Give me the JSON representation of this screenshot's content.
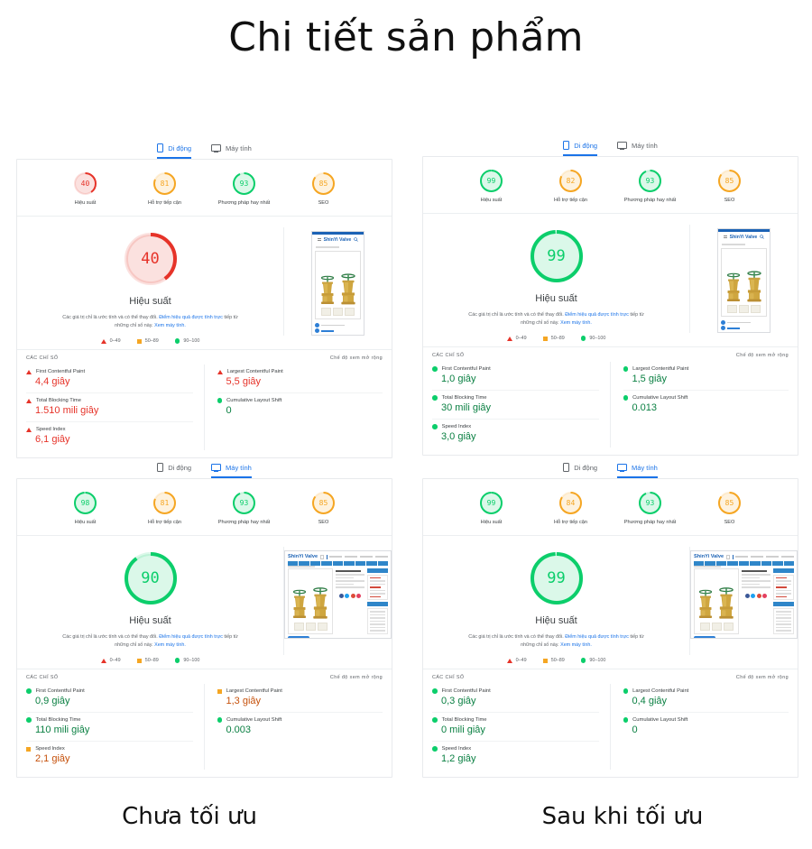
{
  "title": "Chi tiết sản phẩm",
  "captions": {
    "left": "Chưa tối ưu",
    "right": "Sau khi tối ưu"
  },
  "labels": {
    "tab_mobile": "Di động",
    "tab_desktop": "Máy tính",
    "performance": "Hiệu suất",
    "accessibility": "Hỗ trợ tiếp cận",
    "best_practices": "Phương pháp hay nhất",
    "seo": "SEO",
    "metrics_heading": "CÁC CHỈ SỐ",
    "expanded_view": "Chế độ xem mở rộng",
    "desc_part1": "Các giá trị chỉ là ước tính và có thể thay đổi. ",
    "desc_link1": "Điểm hiệu quả được tính trực",
    "desc_part2": " tiếp từ những chỉ số này. ",
    "desc_link2": "Xem máy tính.",
    "legend": [
      {
        "symbol": "triangle",
        "text": "0–49",
        "color": "#e63329"
      },
      {
        "symbol": "square",
        "text": "50–89",
        "color": "#f5a623"
      },
      {
        "symbol": "circle",
        "text": "90–100",
        "color": "#0cce6b"
      }
    ],
    "metric_fcp": "First Contentful Paint",
    "metric_lcp": "Largest Contentful Paint",
    "metric_tbt": "Total Blocking Time",
    "metric_cls": "Cumulative Layout Shift",
    "metric_si": "Speed Index",
    "site_name": "ShinYi Valve"
  },
  "colors": {
    "red": "#e63329",
    "orange": "#f5a623",
    "green": "#0cce6b",
    "green_text": "#0b8043",
    "blue": "#1a73e8",
    "grey_text": "#5f6368",
    "border": "#e8eaed"
  },
  "reports": [
    {
      "id": "top-left",
      "position": "Chưa tối ưu — Di động",
      "active_tab": "mobile",
      "thumb": "phone",
      "pills": [
        {
          "label": "Hiệu suất",
          "value": 40,
          "color": "#e63329"
        },
        {
          "label": "Hỗ trợ tiếp cận",
          "value": 81,
          "color": "#f5a623"
        },
        {
          "label": "Phương pháp hay nhất",
          "value": 93,
          "color": "#0cce6b"
        },
        {
          "label": "SEO",
          "value": 85,
          "color": "#f5a623"
        }
      ],
      "gauge": {
        "label": "Hiệu suất",
        "value": 40,
        "color": "#e63329"
      },
      "metrics": [
        {
          "label": "First Contentful Paint",
          "value": "4,4 giây",
          "status": "red",
          "col": "left"
        },
        {
          "label": "Total Blocking Time",
          "value": "1.510 mili giây",
          "status": "red",
          "col": "left"
        },
        {
          "label": "Speed Index",
          "value": "6,1 giây",
          "status": "red",
          "col": "left"
        },
        {
          "label": "Largest Contentful Paint",
          "value": "5,5 giây",
          "status": "red",
          "col": "right"
        },
        {
          "label": "Cumulative Layout Shift",
          "value": "0",
          "status": "green",
          "col": "right"
        }
      ]
    },
    {
      "id": "top-right",
      "position": "Sau khi tối ưu — Di động",
      "active_tab": "mobile",
      "thumb": "phone",
      "pills": [
        {
          "label": "Hiệu suất",
          "value": 99,
          "color": "#0cce6b"
        },
        {
          "label": "Hỗ trợ tiếp cận",
          "value": 82,
          "color": "#f5a623"
        },
        {
          "label": "Phương pháp hay nhất",
          "value": 93,
          "color": "#0cce6b"
        },
        {
          "label": "SEO",
          "value": 85,
          "color": "#f5a623"
        }
      ],
      "gauge": {
        "label": "Hiệu suất",
        "value": 99,
        "color": "#0cce6b"
      },
      "metrics": [
        {
          "label": "First Contentful Paint",
          "value": "1,0 giây",
          "status": "green",
          "col": "left"
        },
        {
          "label": "Total Blocking Time",
          "value": "30 mili giây",
          "status": "green",
          "col": "left"
        },
        {
          "label": "Speed Index",
          "value": "3,0 giây",
          "status": "green",
          "col": "left"
        },
        {
          "label": "Largest Contentful Paint",
          "value": "1,5 giây",
          "status": "green",
          "col": "right"
        },
        {
          "label": "Cumulative Layout Shift",
          "value": "0.013",
          "status": "green",
          "col": "right"
        }
      ]
    },
    {
      "id": "bottom-left",
      "position": "Chưa tối ưu — Máy tính",
      "active_tab": "desktop",
      "thumb": "desktop",
      "pills": [
        {
          "label": "Hiệu suất",
          "value": 98,
          "color": "#0cce6b"
        },
        {
          "label": "Hỗ trợ tiếp cận",
          "value": 81,
          "color": "#f5a623"
        },
        {
          "label": "Phương pháp hay nhất",
          "value": 93,
          "color": "#0cce6b"
        },
        {
          "label": "SEO",
          "value": 85,
          "color": "#f5a623"
        }
      ],
      "gauge": {
        "label": "Hiệu suất",
        "value": 90,
        "color": "#0cce6b"
      },
      "metrics": [
        {
          "label": "First Contentful Paint",
          "value": "0,9 giây",
          "status": "green",
          "col": "left"
        },
        {
          "label": "Total Blocking Time",
          "value": "110 mili giây",
          "status": "green",
          "col": "left"
        },
        {
          "label": "Speed Index",
          "value": "2,1 giây",
          "status": "orange",
          "col": "left"
        },
        {
          "label": "Largest Contentful Paint",
          "value": "1,3 giây",
          "status": "orange",
          "col": "right"
        },
        {
          "label": "Cumulative Layout Shift",
          "value": "0.003",
          "status": "green",
          "col": "right"
        }
      ]
    },
    {
      "id": "bottom-right",
      "position": "Sau khi tối ưu — Máy tính",
      "active_tab": "desktop",
      "thumb": "desktop",
      "pills": [
        {
          "label": "Hiệu suất",
          "value": 99,
          "color": "#0cce6b"
        },
        {
          "label": "Hỗ trợ tiếp cận",
          "value": 84,
          "color": "#f5a623"
        },
        {
          "label": "Phương pháp hay nhất",
          "value": 93,
          "color": "#0cce6b"
        },
        {
          "label": "SEO",
          "value": 85,
          "color": "#f5a623"
        }
      ],
      "gauge": {
        "label": "Hiệu suất",
        "value": 99,
        "color": "#0cce6b"
      },
      "metrics": [
        {
          "label": "First Contentful Paint",
          "value": "0,3 giây",
          "status": "green",
          "col": "left"
        },
        {
          "label": "Total Blocking Time",
          "value": "0 mili giây",
          "status": "green",
          "col": "left"
        },
        {
          "label": "Speed Index",
          "value": "1,2 giây",
          "status": "green",
          "col": "left"
        },
        {
          "label": "Largest Contentful Paint",
          "value": "0,4 giây",
          "status": "green",
          "col": "right"
        },
        {
          "label": "Cumulative Layout Shift",
          "value": "0",
          "status": "green",
          "col": "right"
        }
      ]
    }
  ]
}
